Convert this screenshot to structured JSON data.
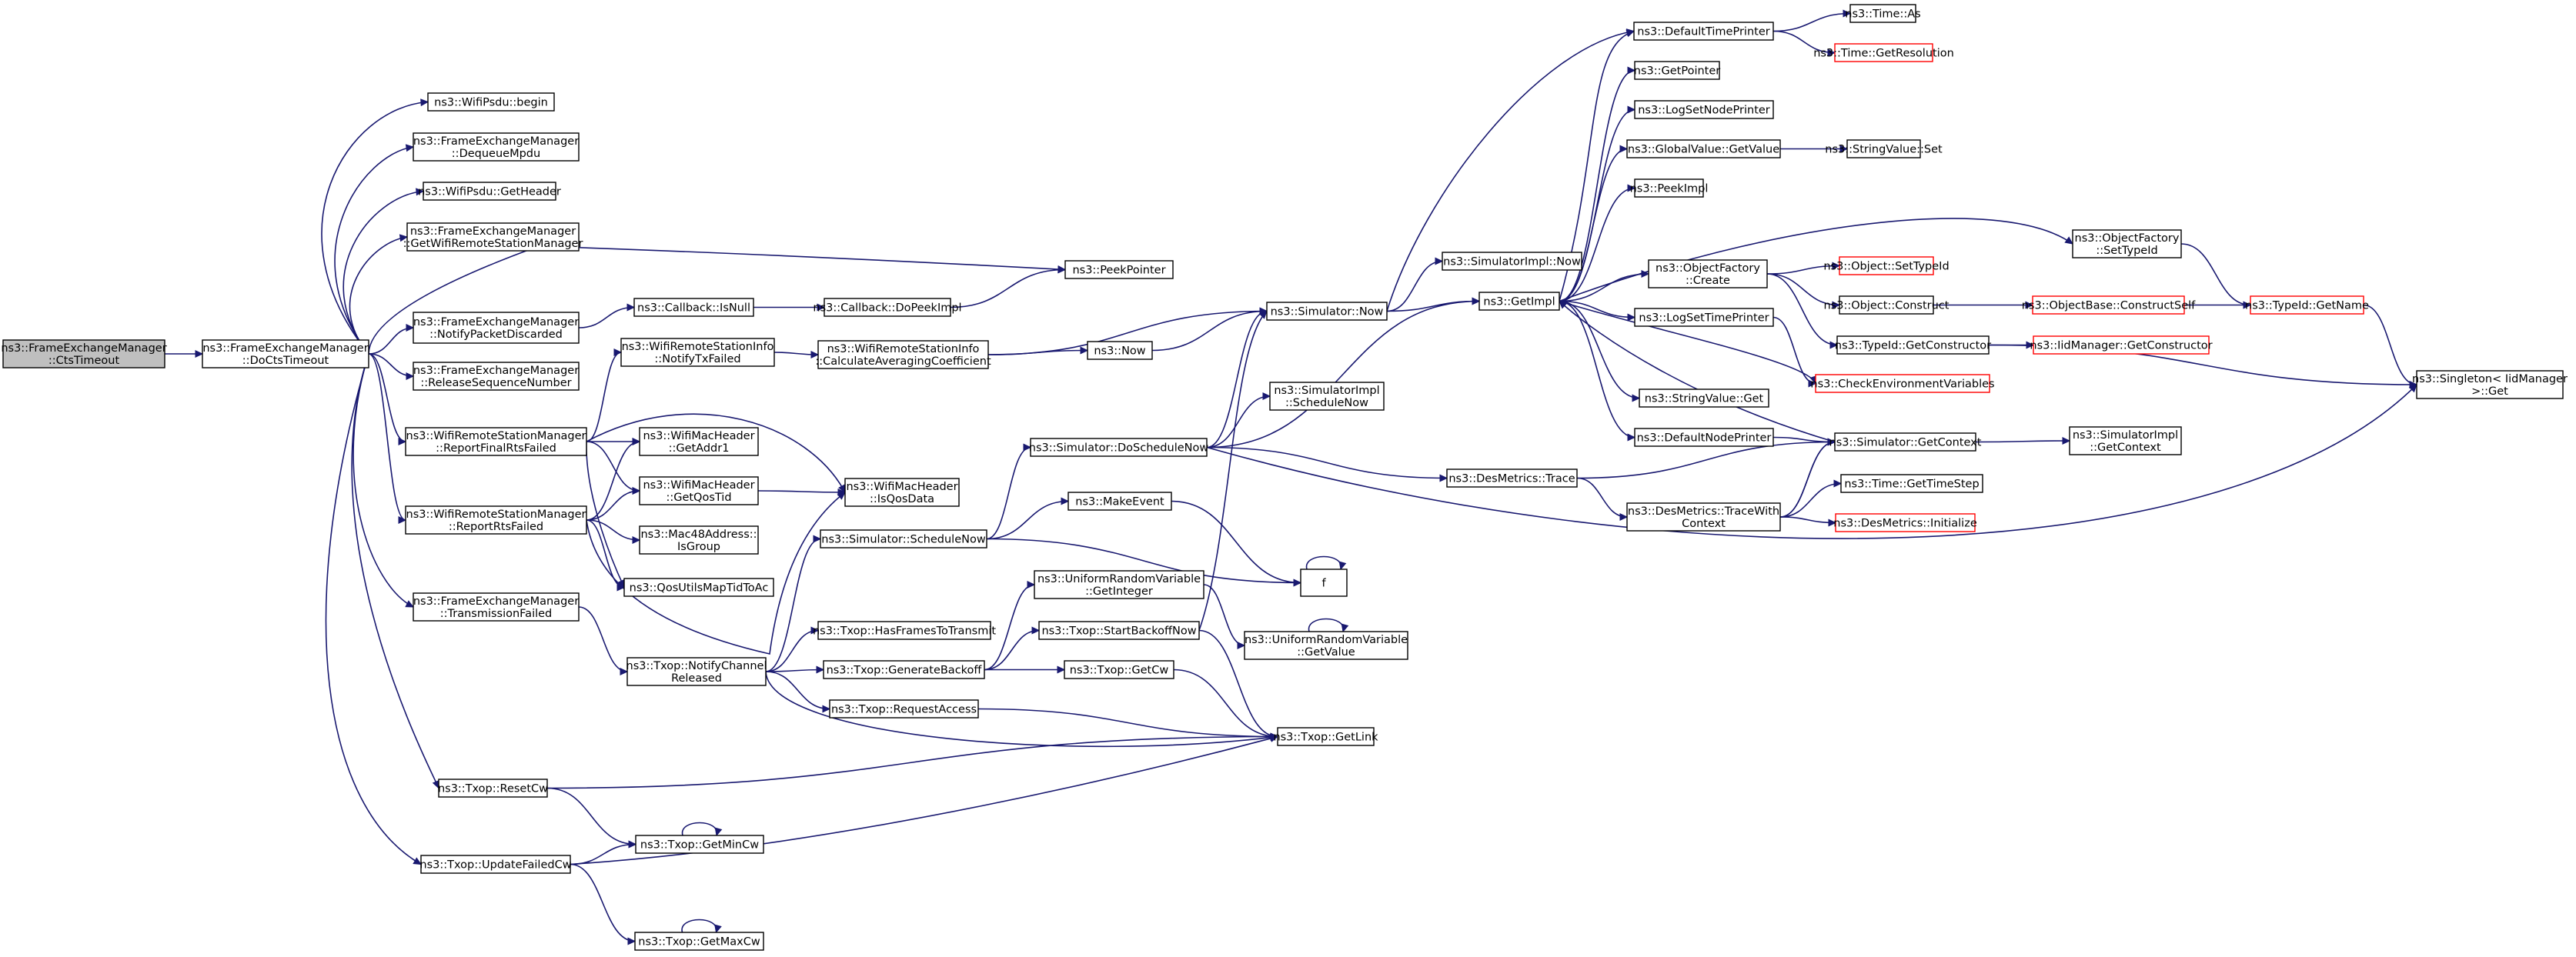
{
  "colors": {
    "edge": "#191970",
    "node_border": "#000000",
    "node_border_truncated": "#ff0000",
    "node_fill": "#ffffff",
    "root_fill": "#bfbfbf"
  },
  "nodes": [
    {
      "id": "root",
      "lines": [
        "ns3::FrameExchangeManager",
        "::CtsTimeout"
      ],
      "root": true
    },
    {
      "id": "doCts",
      "lines": [
        "ns3::FrameExchangeManager",
        "::DoCtsTimeout"
      ]
    },
    {
      "id": "psduBegin",
      "lines": [
        "ns3::WifiPsdu::begin"
      ]
    },
    {
      "id": "dequeue",
      "lines": [
        "ns3::FrameExchangeManager",
        "::DequeueMpdu"
      ]
    },
    {
      "id": "psduHeader",
      "lines": [
        "ns3::WifiPsdu::GetHeader"
      ]
    },
    {
      "id": "getWrsm",
      "lines": [
        "ns3::FrameExchangeManager",
        "::GetWifiRemoteStationManager"
      ]
    },
    {
      "id": "notifyDiscard",
      "lines": [
        "ns3::FrameExchangeManager",
        "::NotifyPacketDiscarded"
      ]
    },
    {
      "id": "releaseSeq",
      "lines": [
        "ns3::FrameExchangeManager",
        "::ReleaseSequenceNumber"
      ]
    },
    {
      "id": "repFinal",
      "lines": [
        "ns3::WifiRemoteStationManager",
        "::ReportFinalRtsFailed"
      ]
    },
    {
      "id": "repRts",
      "lines": [
        "ns3::WifiRemoteStationManager",
        "::ReportRtsFailed"
      ]
    },
    {
      "id": "txFailed",
      "lines": [
        "ns3::FrameExchangeManager",
        "::TransmissionFailed"
      ]
    },
    {
      "id": "resetCw",
      "lines": [
        "ns3::Txop::ResetCw"
      ]
    },
    {
      "id": "updFailCw",
      "lines": [
        "ns3::Txop::UpdateFailedCw"
      ]
    },
    {
      "id": "cbIsNull",
      "lines": [
        "ns3::Callback::IsNull"
      ]
    },
    {
      "id": "cbPeek",
      "lines": [
        "ns3::Callback::DoPeekImpl"
      ]
    },
    {
      "id": "peekPtr",
      "lines": [
        "ns3::PeekPointer"
      ]
    },
    {
      "id": "notifyTxFailed",
      "lines": [
        "ns3::WifiRemoteStationInfo",
        "::NotifyTxFailed"
      ]
    },
    {
      "id": "calcAvg",
      "lines": [
        "ns3::WifiRemoteStationInfo",
        "::CalculateAveragingCoefficient"
      ]
    },
    {
      "id": "now",
      "lines": [
        "ns3::Now"
      ]
    },
    {
      "id": "getAddr1",
      "lines": [
        "ns3::WifiMacHeader",
        "::GetAddr1"
      ]
    },
    {
      "id": "getQosTid",
      "lines": [
        "ns3::WifiMacHeader",
        "::GetQosTid"
      ]
    },
    {
      "id": "isGroup",
      "lines": [
        "ns3::Mac48Address::",
        "IsGroup"
      ]
    },
    {
      "id": "qosMap",
      "lines": [
        "ns3::QosUtilsMapTidToAc"
      ]
    },
    {
      "id": "isQosData",
      "lines": [
        "ns3::WifiMacHeader",
        "::IsQosData"
      ]
    },
    {
      "id": "schedNow",
      "lines": [
        "ns3::Simulator::ScheduleNow"
      ]
    },
    {
      "id": "makeEvent",
      "lines": [
        "ns3::MakeEvent"
      ]
    },
    {
      "id": "doSchedNow",
      "lines": [
        "ns3::Simulator::DoScheduleNow"
      ]
    },
    {
      "id": "simImplSched",
      "lines": [
        "ns3::SimulatorImpl",
        "::ScheduleNow"
      ]
    },
    {
      "id": "simNow",
      "lines": [
        "ns3::Simulator::Now"
      ]
    },
    {
      "id": "simImplNow",
      "lines": [
        "ns3::SimulatorImpl::Now"
      ]
    },
    {
      "id": "f",
      "lines": [
        "f"
      ]
    },
    {
      "id": "notifyChan",
      "lines": [
        "ns3::Txop::NotifyChannel",
        "Released"
      ]
    },
    {
      "id": "hasFrames",
      "lines": [
        "ns3::Txop::HasFramesToTransmit"
      ]
    },
    {
      "id": "genBackoff",
      "lines": [
        "ns3::Txop::GenerateBackoff"
      ]
    },
    {
      "id": "reqAccess",
      "lines": [
        "ns3::Txop::RequestAccess"
      ]
    },
    {
      "id": "urvGetInt",
      "lines": [
        "ns3::UniformRandomVariable",
        "::GetInteger"
      ]
    },
    {
      "id": "startBackoff",
      "lines": [
        "ns3::Txop::StartBackoffNow"
      ]
    },
    {
      "id": "getCw",
      "lines": [
        "ns3::Txop::GetCw"
      ]
    },
    {
      "id": "urvGetVal",
      "lines": [
        "ns3::UniformRandomVariable",
        "::GetValue"
      ]
    },
    {
      "id": "getLink",
      "lines": [
        "ns3::Txop::GetLink"
      ]
    },
    {
      "id": "getMinCw",
      "lines": [
        "ns3::Txop::GetMinCw"
      ]
    },
    {
      "id": "getMaxCw",
      "lines": [
        "ns3::Txop::GetMaxCw"
      ]
    },
    {
      "id": "getImpl",
      "lines": [
        "ns3::GetImpl"
      ]
    },
    {
      "id": "defTimePrinter",
      "lines": [
        "ns3::DefaultTimePrinter"
      ]
    },
    {
      "id": "getPointer",
      "lines": [
        "ns3::GetPointer"
      ]
    },
    {
      "id": "logSetNode",
      "lines": [
        "ns3::LogSetNodePrinter"
      ]
    },
    {
      "id": "gvGetValue",
      "lines": [
        "ns3::GlobalValue::GetValue"
      ]
    },
    {
      "id": "peekImpl",
      "lines": [
        "ns3::PeekImpl"
      ]
    },
    {
      "id": "ofCreate",
      "lines": [
        "ns3::ObjectFactory",
        "::Create"
      ]
    },
    {
      "id": "logSetTime",
      "lines": [
        "ns3::LogSetTimePrinter"
      ]
    },
    {
      "id": "svGet",
      "lines": [
        "ns3::StringValue::Get"
      ]
    },
    {
      "id": "defNodePrinter",
      "lines": [
        "ns3::DefaultNodePrinter"
      ]
    },
    {
      "id": "dmTrace",
      "lines": [
        "ns3::DesMetrics::Trace"
      ]
    },
    {
      "id": "dmTraceWith",
      "lines": [
        "ns3::DesMetrics::TraceWith",
        "Context"
      ]
    },
    {
      "id": "timeAs",
      "lines": [
        "ns3::Time::As"
      ]
    },
    {
      "id": "timeGetRes",
      "lines": [
        "ns3::Time::GetResolution"
      ],
      "truncated": true
    },
    {
      "id": "svSet",
      "lines": [
        "ns3::StringValue::Set"
      ]
    },
    {
      "id": "objSetTypeId",
      "lines": [
        "ns3::Object::SetTypeId"
      ],
      "truncated": true
    },
    {
      "id": "objConstruct",
      "lines": [
        "ns3::Object::Construct"
      ]
    },
    {
      "id": "typeIdGetCons",
      "lines": [
        "ns3::TypeId::GetConstructor"
      ]
    },
    {
      "id": "checkEnv",
      "lines": [
        "ns3::CheckEnvironmentVariables"
      ],
      "truncated": true
    },
    {
      "id": "simGetCtx",
      "lines": [
        "ns3::Simulator::GetContext"
      ]
    },
    {
      "id": "timeGetStep",
      "lines": [
        "ns3::Time::GetTimeStep"
      ]
    },
    {
      "id": "dmInit",
      "lines": [
        "ns3::DesMetrics::Initialize"
      ],
      "truncated": true
    },
    {
      "id": "ofSetTypeId",
      "lines": [
        "ns3::ObjectFactory",
        "::SetTypeId"
      ]
    },
    {
      "id": "obConstructSelf",
      "lines": [
        "ns3::ObjectBase::ConstructSelf"
      ],
      "truncated": true
    },
    {
      "id": "iidGetCons",
      "lines": [
        "ns3::IidManager::GetConstructor"
      ],
      "truncated": true
    },
    {
      "id": "simImplGetCtx",
      "lines": [
        "ns3::SimulatorImpl",
        "::GetContext"
      ]
    },
    {
      "id": "typeIdGetName",
      "lines": [
        "ns3::TypeId::GetName"
      ],
      "truncated": true
    },
    {
      "id": "singleton",
      "lines": [
        "ns3::Singleton< IidManager",
        " >::Get"
      ]
    }
  ]
}
